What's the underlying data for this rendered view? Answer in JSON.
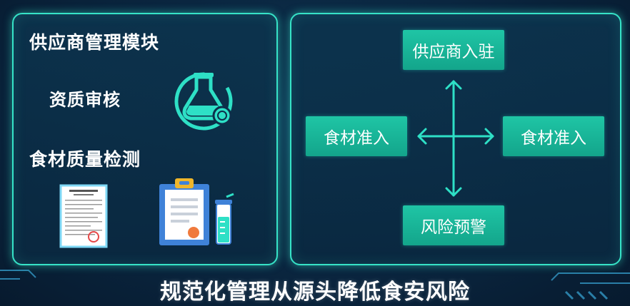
{
  "supplier_module": {
    "title": "供应商管理模块",
    "qualification_label": "资质审核",
    "inspection_label": "食材质量检测"
  },
  "workflow": {
    "top": "供应商入驻",
    "left": "食材准入",
    "right": "食材准入",
    "bottom": "风险预警"
  },
  "slogan": "规范化管理从源头降低食安风险",
  "icons": {
    "qualification": "flask-icon",
    "report": "certificate-document-icon",
    "clipboard": "clipboard-icon",
    "test_tube": "test-tube-icon"
  },
  "colors": {
    "accent": "#36e3c7",
    "tile": "#19b597",
    "background": "#0a2640"
  }
}
